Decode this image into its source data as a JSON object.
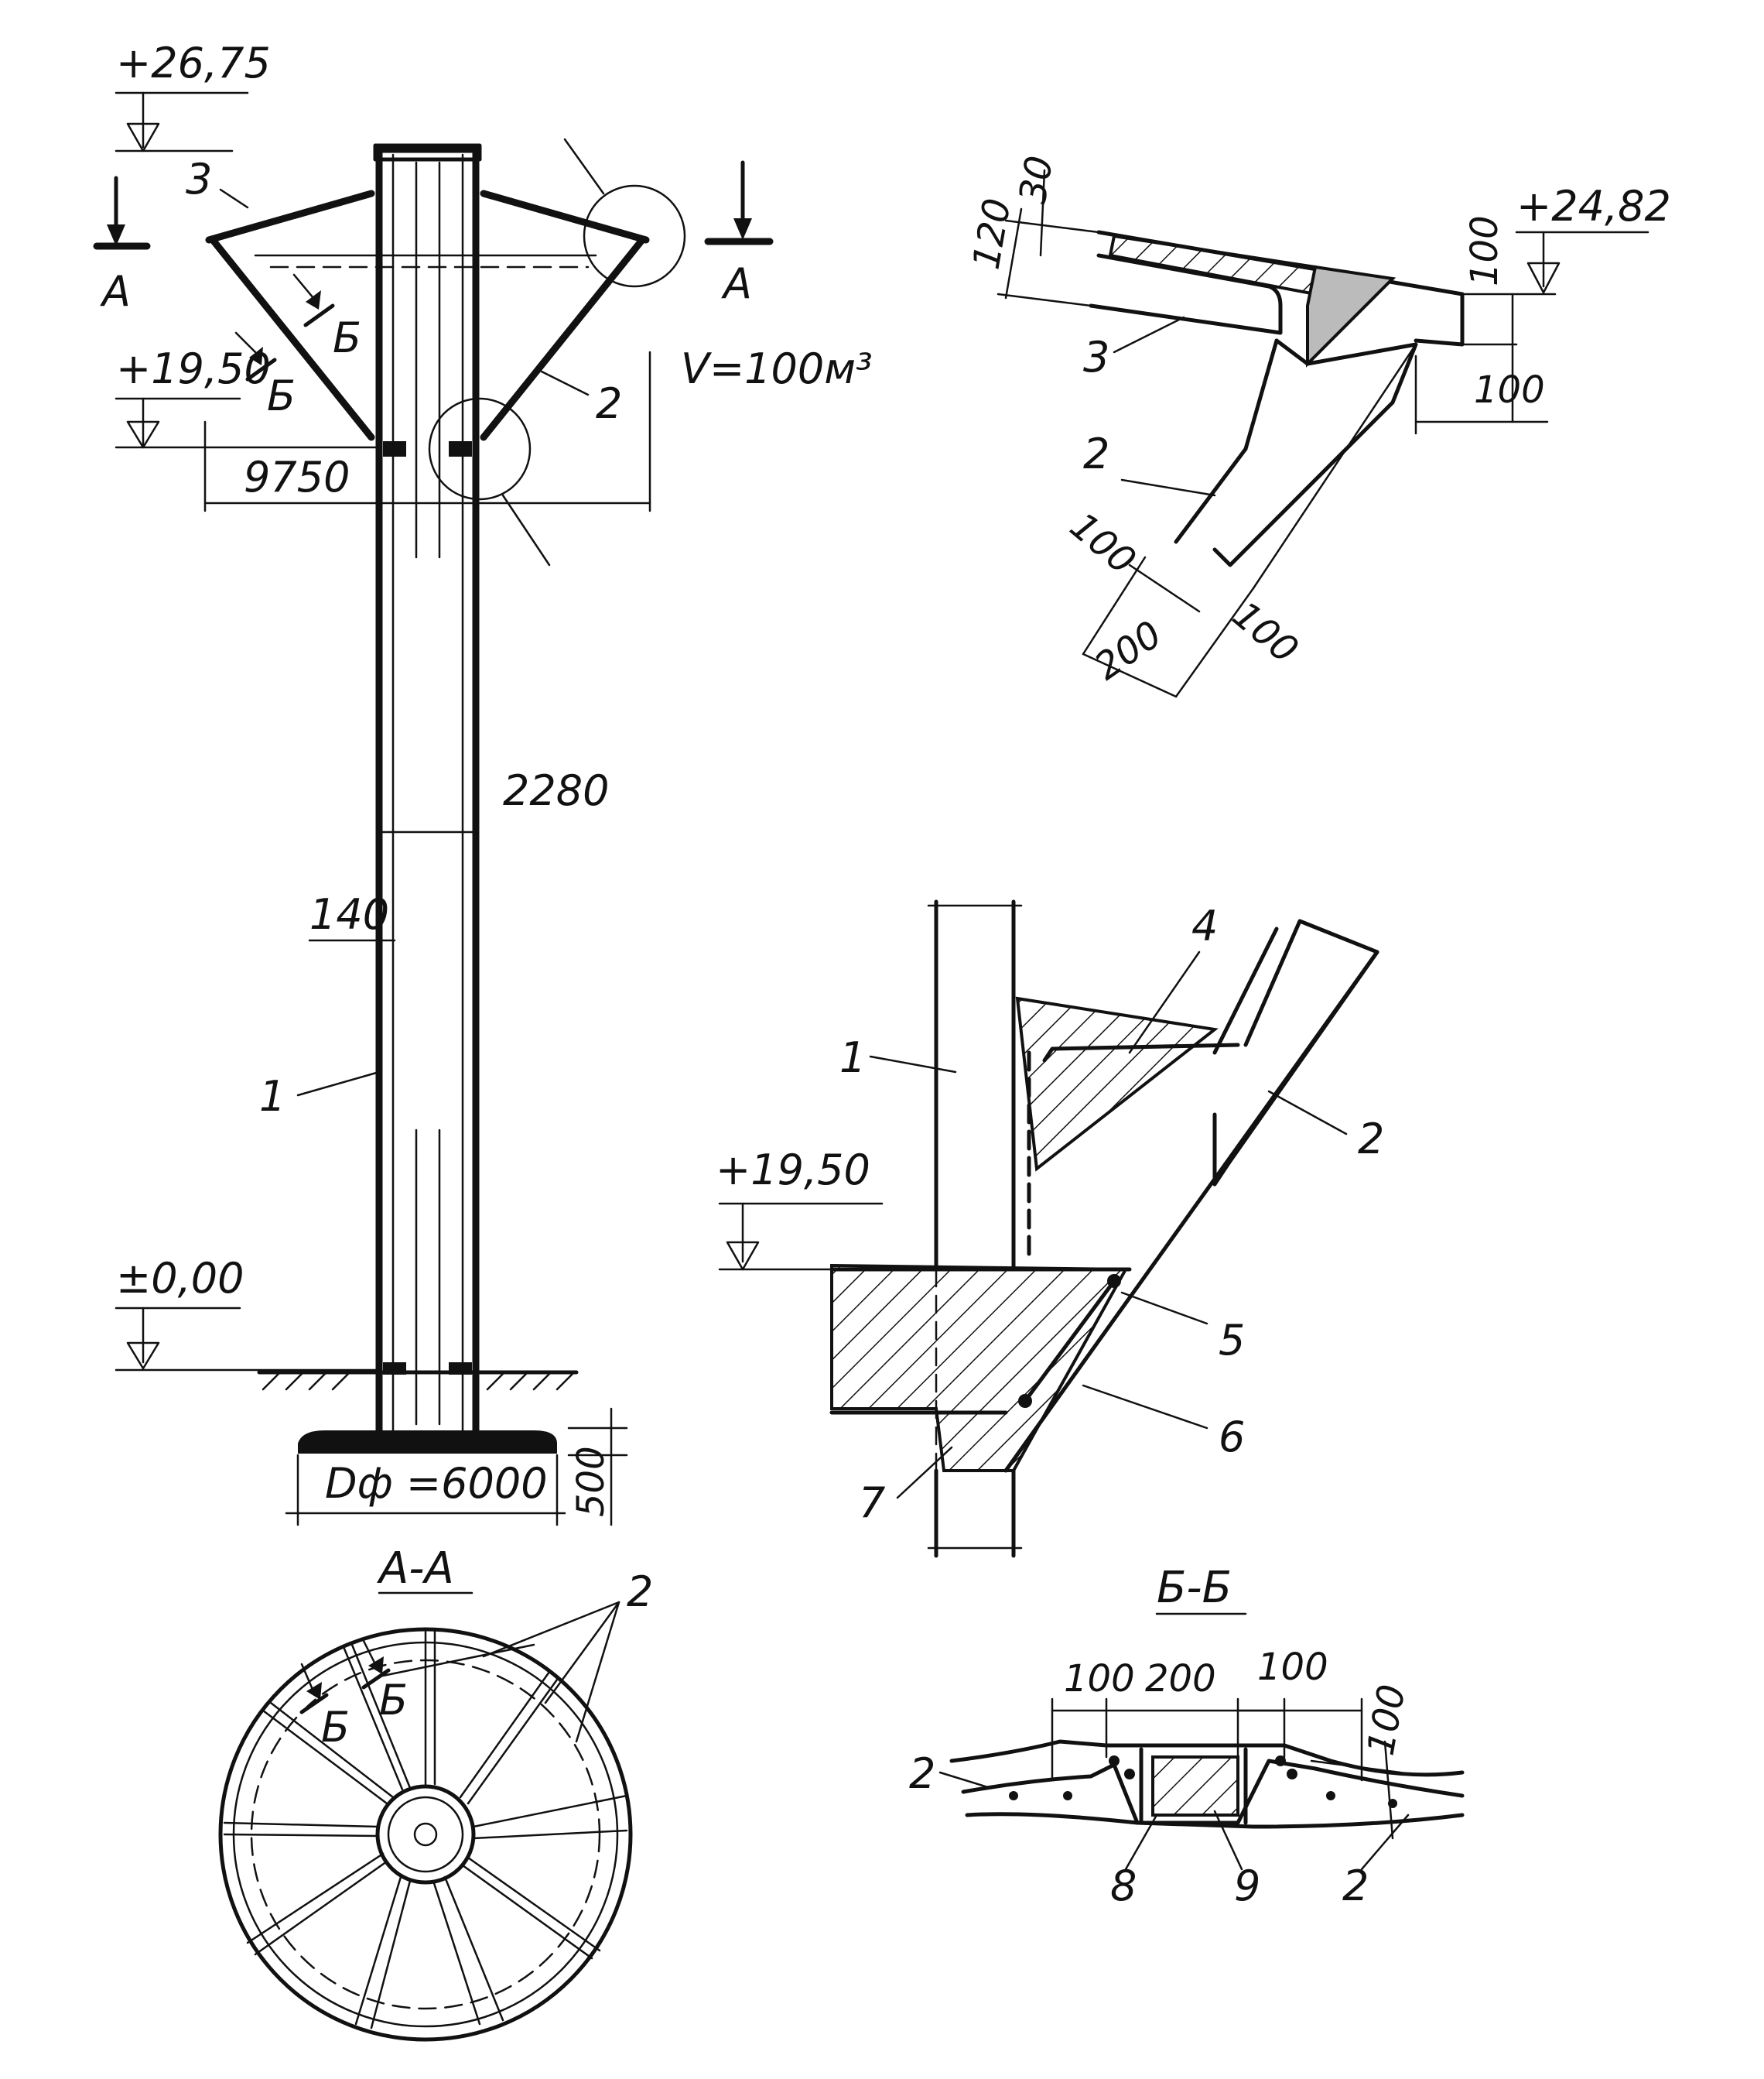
{
  "elevations": {
    "top": "+26,75",
    "tank_bottom": "+19,50",
    "ground": "±0,00",
    "detail_top": "+24,82",
    "detail_bottom": "+19,50"
  },
  "main_view": {
    "volume": "V=100м³",
    "width_dim": "9750",
    "shaft_dim": "2280",
    "wall_dim": "140",
    "foundation_dim": "Dф =6000",
    "foundation_height": "500",
    "section_a_left": "А",
    "section_a_right": "А",
    "section_b_1": "Б",
    "section_b_2": "Б",
    "callouts": {
      "shaft": "1",
      "cone": "2",
      "roof": "3"
    }
  },
  "detail_top_right": {
    "dim_120": "120",
    "dim_30": "30",
    "dim_100_a": "100",
    "dim_100_b": "100",
    "dim_100_c": "100",
    "dim_200": "200",
    "dim_100_d": "100",
    "callouts": {
      "roof": "3",
      "cone": "2"
    }
  },
  "detail_mid_right": {
    "callouts": {
      "c1": "1",
      "c2": "2",
      "c4": "4",
      "c5": "5",
      "c6": "6",
      "c7": "7"
    }
  },
  "section_aa": {
    "title": "А-А",
    "label_b1": "Б",
    "label_b2": "Б",
    "callout": "2"
  },
  "section_bb": {
    "title": "Б-Б",
    "dim_100_left": "100",
    "dim_200": "200",
    "dim_100_right": "100",
    "dim_100_side": "100",
    "callouts": {
      "c2_left": "2",
      "c8": "8",
      "c9": "9",
      "c2_right": "2"
    }
  }
}
